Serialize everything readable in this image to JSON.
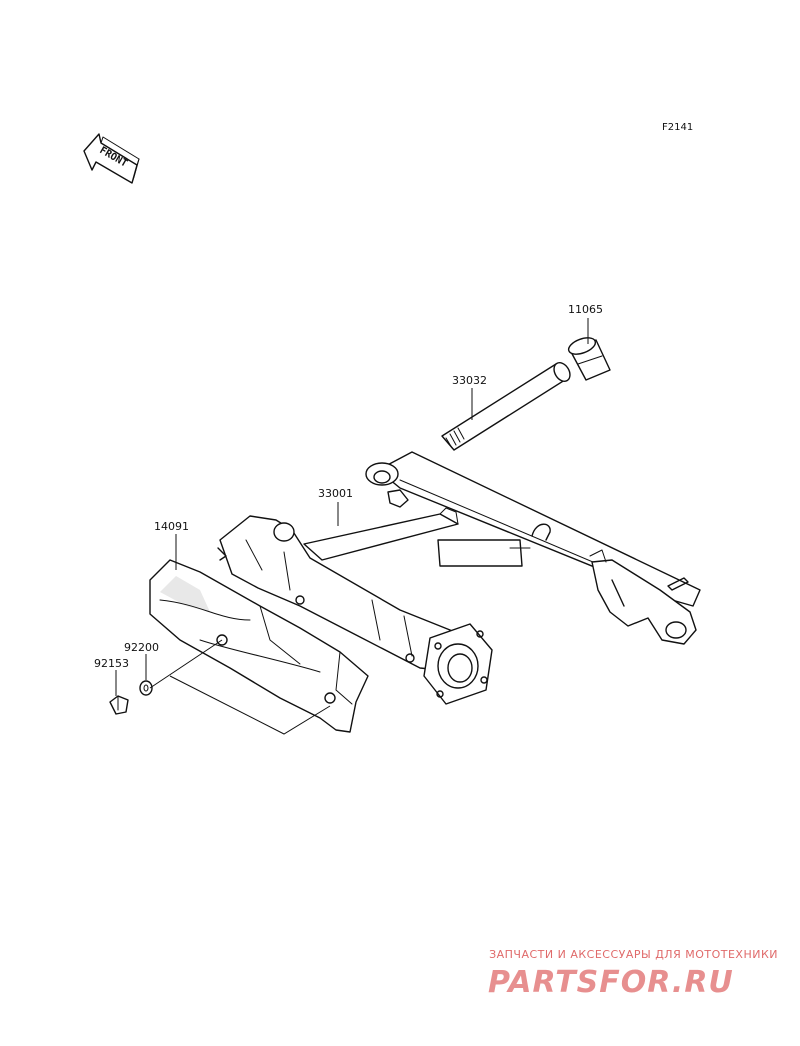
{
  "diagram": {
    "figure_code": "F2141",
    "front_marker": "FRONT",
    "parts": [
      {
        "number": "11065"
      },
      {
        "number": "33032"
      },
      {
        "number": "33001"
      },
      {
        "number": "14091"
      },
      {
        "number": "92200"
      },
      {
        "number": "92153"
      }
    ]
  },
  "watermark": {
    "tagline": "ЗАПЧАСТИ И АКСЕССУАРЫ ДЛЯ МОТОТЕХНИКИ",
    "brand": "PARTSFOR.RU",
    "color": "#e06a6a"
  }
}
